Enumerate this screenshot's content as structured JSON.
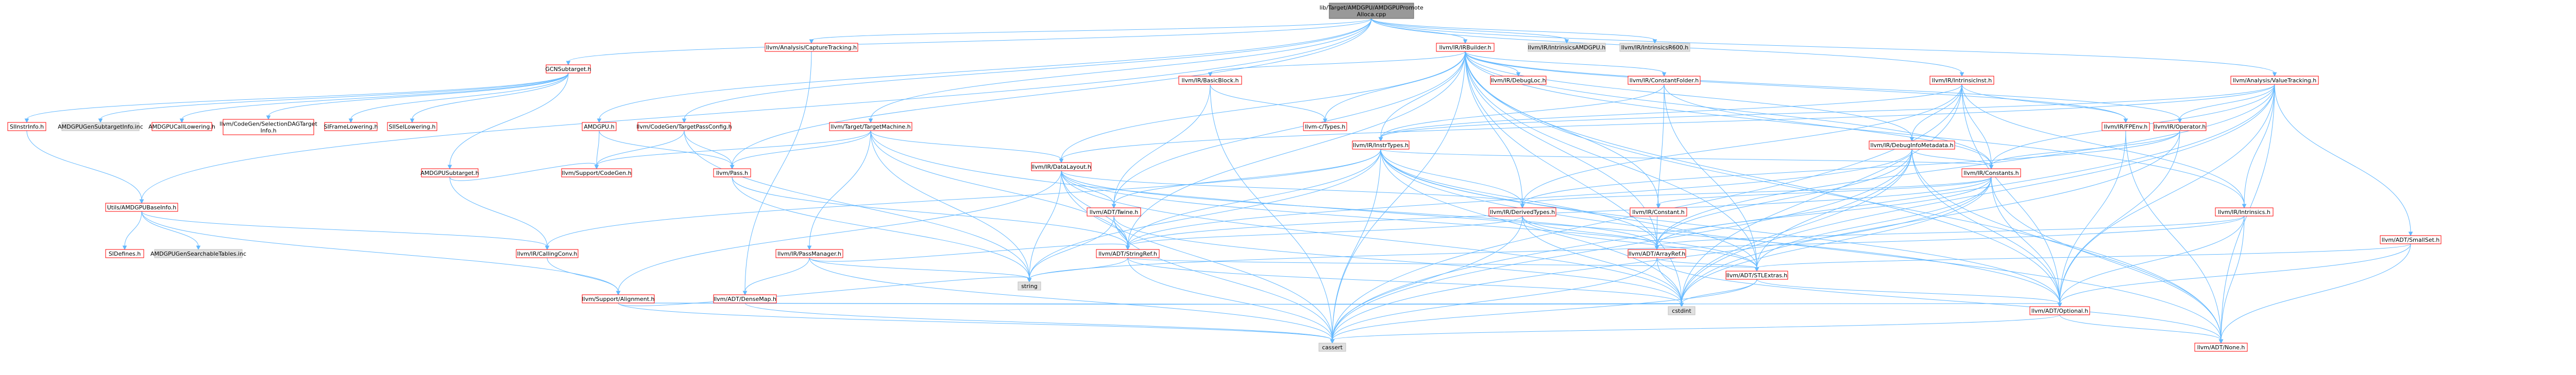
{
  "diagram": {
    "colors": {
      "root_fill": "#999999",
      "root_stroke": "#666666",
      "linked_stroke": "#ff0000",
      "external_stroke": "#bfbfbf",
      "external_fill": "#e0e0e0",
      "text_linked": "#000000",
      "edge": "#63b8ff"
    },
    "nodes": [
      {
        "id": "root",
        "lines": [
          "lib/Target/AMDGPU/AMDGPUPromote",
          "Alloca.cpp"
        ],
        "kind": "root"
      },
      {
        "id": "gcnsubtarget",
        "lines": [
          "GCNSubtarget.h"
        ],
        "kind": "linked"
      },
      {
        "id": "siinstrinfo",
        "lines": [
          "SIInstrInfo.h"
        ],
        "kind": "linked"
      },
      {
        "id": "amdgpugensubtargetinfo",
        "lines": [
          "AMDGPUGenSubtargetInfo.inc"
        ],
        "kind": "external"
      },
      {
        "id": "amdgpucalllowering",
        "lines": [
          "AMDGPUCallLowering.h"
        ],
        "kind": "linked"
      },
      {
        "id": "selectiondagtargetinfo",
        "lines": [
          "llvm/CodeGen/SelectionDAGTarget",
          "Info.h"
        ],
        "kind": "linked"
      },
      {
        "id": "siframelowering",
        "lines": [
          "SIFrameLowering.h"
        ],
        "kind": "linked"
      },
      {
        "id": "siisellowering",
        "lines": [
          "SIISelLowering.h"
        ],
        "kind": "linked"
      },
      {
        "id": "amdgpusubtarget",
        "lines": [
          "AMDGPUSubtarget.h"
        ],
        "kind": "linked"
      },
      {
        "id": "amdgpuh",
        "lines": [
          "AMDGPU.h"
        ],
        "kind": "linked"
      },
      {
        "id": "utilsbaseinfo",
        "lines": [
          "Utils/AMDGPUBaseInfo.h"
        ],
        "kind": "linked"
      },
      {
        "id": "sidefines",
        "lines": [
          "SIDefines.h"
        ],
        "kind": "linked"
      },
      {
        "id": "searchabletables",
        "lines": [
          "AMDGPUGenSearchableTables.inc"
        ],
        "kind": "external"
      },
      {
        "id": "supportcodegen",
        "lines": [
          "llvm/Support/CodeGen.h"
        ],
        "kind": "linked"
      },
      {
        "id": "callingconv",
        "lines": [
          "llvm/IR/CallingConv.h"
        ],
        "kind": "linked"
      },
      {
        "id": "targetpassconfig",
        "lines": [
          "llvm/CodeGen/TargetPassConfig.h"
        ],
        "kind": "linked"
      },
      {
        "id": "pass",
        "lines": [
          "llvm/Pass.h"
        ],
        "kind": "linked"
      },
      {
        "id": "capturetracking",
        "lines": [
          "llvm/Analysis/CaptureTracking.h"
        ],
        "kind": "linked"
      },
      {
        "id": "densemap",
        "lines": [
          "llvm/ADT/DenseMap.h"
        ],
        "kind": "linked"
      },
      {
        "id": "targetmachine",
        "lines": [
          "llvm/Target/TargetMachine.h"
        ],
        "kind": "linked"
      },
      {
        "id": "passmanager",
        "lines": [
          "llvm/IR/PassManager.h"
        ],
        "kind": "linked"
      },
      {
        "id": "supportalignment",
        "lines": [
          "llvm/Support/Alignment.h"
        ],
        "kind": "linked"
      },
      {
        "id": "irbuilder",
        "lines": [
          "llvm/IR/IRBuilder.h"
        ],
        "kind": "linked"
      },
      {
        "id": "basicblock",
        "lines": [
          "llvm/IR/BasicBlock.h"
        ],
        "kind": "linked"
      },
      {
        "id": "debugloc",
        "lines": [
          "llvm/IR/DebugLoc.h"
        ],
        "kind": "linked"
      },
      {
        "id": "constantfolder",
        "lines": [
          "llvm/IR/ConstantFolder.h"
        ],
        "kind": "linked"
      },
      {
        "id": "intrinsicinst",
        "lines": [
          "llvm/IR/IntrinsicInst.h"
        ],
        "kind": "linked"
      },
      {
        "id": "intrinsicsamdgpu",
        "lines": [
          "llvm/IR/IntrinsicsAMDGPU.h"
        ],
        "kind": "external"
      },
      {
        "id": "intrinsicsr600",
        "lines": [
          "llvm/IR/IntrinsicsR600.h"
        ],
        "kind": "external"
      },
      {
        "id": "valuetracking",
        "lines": [
          "llvm/Analysis/ValueTracking.h"
        ],
        "kind": "linked"
      },
      {
        "id": "ctypes",
        "lines": [
          "llvm-c/Types.h"
        ],
        "kind": "linked"
      },
      {
        "id": "instrtypes",
        "lines": [
          "llvm/IR/InstrTypes.h"
        ],
        "kind": "linked"
      },
      {
        "id": "debuginfometadata",
        "lines": [
          "llvm/IR/DebugInfoMetadata.h"
        ],
        "kind": "linked"
      },
      {
        "id": "operator",
        "lines": [
          "llvm/IR/Operator.h"
        ],
        "kind": "linked"
      },
      {
        "id": "fpenv",
        "lines": [
          "llvm/IR/FPEnv.h"
        ],
        "kind": "linked"
      },
      {
        "id": "datalayout",
        "lines": [
          "llvm/IR/DataLayout.h"
        ],
        "kind": "linked"
      },
      {
        "id": "constants",
        "lines": [
          "llvm/IR/Constants.h"
        ],
        "kind": "linked"
      },
      {
        "id": "irconstant",
        "lines": [
          "llvm/IR/Constant.h"
        ],
        "kind": "linked"
      },
      {
        "id": "adttwine",
        "lines": [
          "llvm/ADT/Twine.h"
        ],
        "kind": "linked"
      },
      {
        "id": "derivedtypes",
        "lines": [
          "llvm/IR/DerivedTypes.h"
        ],
        "kind": "linked"
      },
      {
        "id": "intrinsics",
        "lines": [
          "llvm/IR/Intrinsics.h"
        ],
        "kind": "linked"
      },
      {
        "id": "smallset",
        "lines": [
          "llvm/ADT/SmallSet.h"
        ],
        "kind": "linked"
      },
      {
        "id": "stringref",
        "lines": [
          "llvm/ADT/StringRef.h"
        ],
        "kind": "linked"
      },
      {
        "id": "arrayref",
        "lines": [
          "llvm/ADT/ArrayRef.h"
        ],
        "kind": "linked"
      },
      {
        "id": "stlextras",
        "lines": [
          "llvm/ADT/STLExtras.h"
        ],
        "kind": "linked"
      },
      {
        "id": "string",
        "lines": [
          "string"
        ],
        "kind": "external"
      },
      {
        "id": "cstdint",
        "lines": [
          "cstdint"
        ],
        "kind": "external"
      },
      {
        "id": "optional",
        "lines": [
          "llvm/ADT/Optional.h"
        ],
        "kind": "linked"
      },
      {
        "id": "cassert",
        "lines": [
          "cassert"
        ],
        "kind": "external"
      },
      {
        "id": "none",
        "lines": [
          "llvm/ADT/None.h"
        ],
        "kind": "linked"
      }
    ]
  }
}
